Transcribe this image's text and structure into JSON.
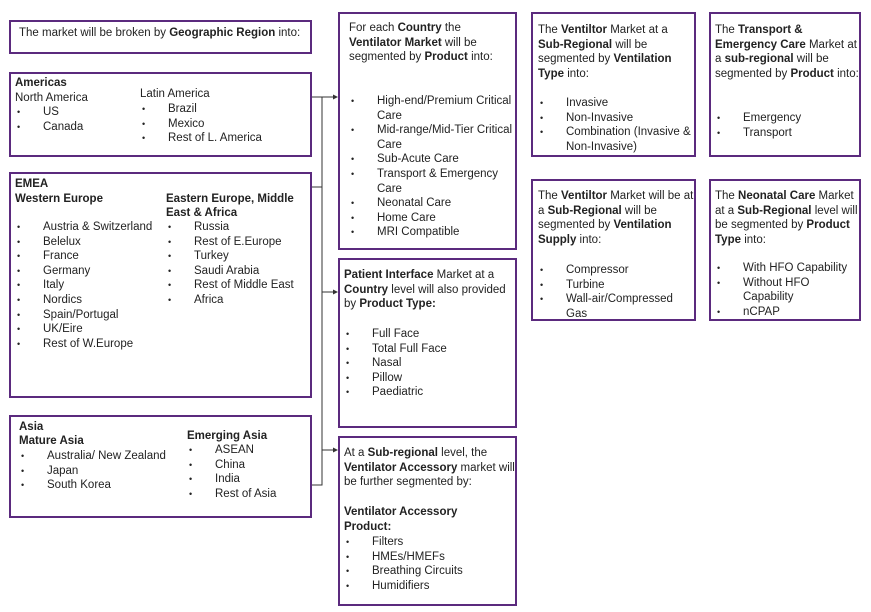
{
  "intro": {
    "pre": "The market will be broken by ",
    "bold": "Geographic Region",
    "post": " into:"
  },
  "americas": {
    "title": "Americas",
    "north": {
      "title": "North America",
      "items": [
        "US",
        "Canada"
      ]
    },
    "latin": {
      "title": "Latin America",
      "items": [
        "Brazil",
        "Mexico",
        "Rest of L. America"
      ]
    }
  },
  "emea": {
    "title": "EMEA",
    "western": {
      "title": "Western Europe",
      "items": [
        "Austria & Switzerland",
        "Belelux",
        "France",
        "Germany",
        "Italy",
        "Nordics",
        "Spain/Portugal",
        "UK/Eire",
        "Rest of W.Europe"
      ]
    },
    "eastern": {
      "title_line1": "Eastern Europe, Middle",
      "title_line2": "East & Africa",
      "items": [
        "Russia",
        "Rest of E.Europe",
        "Turkey",
        "Saudi Arabia",
        "Rest of Middle East",
        "Africa"
      ]
    }
  },
  "asia": {
    "title": "Asia",
    "mature": {
      "title": "Mature Asia",
      "items": [
        "Australia/ New Zealand",
        "Japan",
        "South Korea"
      ]
    },
    "emerging": {
      "title": "Emerging Asia",
      "items": [
        "ASEAN",
        "China",
        "India",
        "Rest of Asia"
      ]
    }
  },
  "country_product": {
    "p1": "For each ",
    "b1": "Country",
    "p2": " the ",
    "b2": "Ventilator Market",
    "p3": " will be segmented by ",
    "b3": "Product",
    "p4": " into:",
    "items": [
      "High-end/Premium Critical Care",
      "Mid-range/Mid-Tier Critical Care",
      "Sub-Acute Care",
      "Transport & Emergency Care",
      "Neonatal Care",
      "Home Care",
      "MRI Compatible"
    ]
  },
  "patient_interface": {
    "b1": "Patient Interface",
    "p1": " Market at a ",
    "b2": "Country",
    "p2": " level will also provided by ",
    "b3": "Product Type:",
    "items": [
      "Full Face",
      "Total Full Face",
      "Nasal",
      "Pillow",
      "Paediatric"
    ]
  },
  "accessory": {
    "p1": "At a ",
    "b1": "Sub-regional",
    "p2": " level, the ",
    "b2": "Ventilator Accessory",
    "p3": " market will be further segmented by:",
    "subhead": "Ventilator Accessory Product:",
    "items": [
      "Filters",
      "HMEs/HMEFs",
      "Breathing Circuits",
      "Humidifiers"
    ]
  },
  "vent_type": {
    "p1": "The ",
    "b1": "Ventiltor",
    "p2": " Market at a ",
    "b2": "Sub-Regional",
    "p3": " will be segmented by ",
    "b3": "Ventilation Type",
    "p4": " into:",
    "items": [
      "Invasive",
      "Non-Invasive",
      "Combination (Invasive & Non-Invasive)"
    ]
  },
  "vent_supply": {
    "p1": "The ",
    "b1": "Ventiltor",
    "p2": " Market will be at a ",
    "b2": "Sub-Regional",
    "p3": " will be segmented by ",
    "b3": "Ventilation Supply",
    "p4": " into:",
    "items": [
      "Compressor",
      "Turbine",
      "Wall-air/Compressed Gas"
    ]
  },
  "transport": {
    "p1": "The ",
    "b1": "Transport & Emergency Care",
    "p2": " Market at a ",
    "b2": "sub-regional",
    "p3": " will be segmented by ",
    "b3": "Product",
    "p4": " into:",
    "items": [
      "Emergency",
      "Transport"
    ]
  },
  "neonatal": {
    "p1": "The ",
    "b1": "Neonatal Care",
    "p2": " Market at a ",
    "b2": "Sub-Regional",
    "p3": " level will be segmented by ",
    "b3": "Product Type",
    "p4": " into:",
    "items": [
      "With HFO Capability",
      "Without HFO Capability",
      "nCPAP"
    ]
  },
  "colors": {
    "border": "#5b2a7e",
    "text": "#222222",
    "line": "#333333"
  }
}
